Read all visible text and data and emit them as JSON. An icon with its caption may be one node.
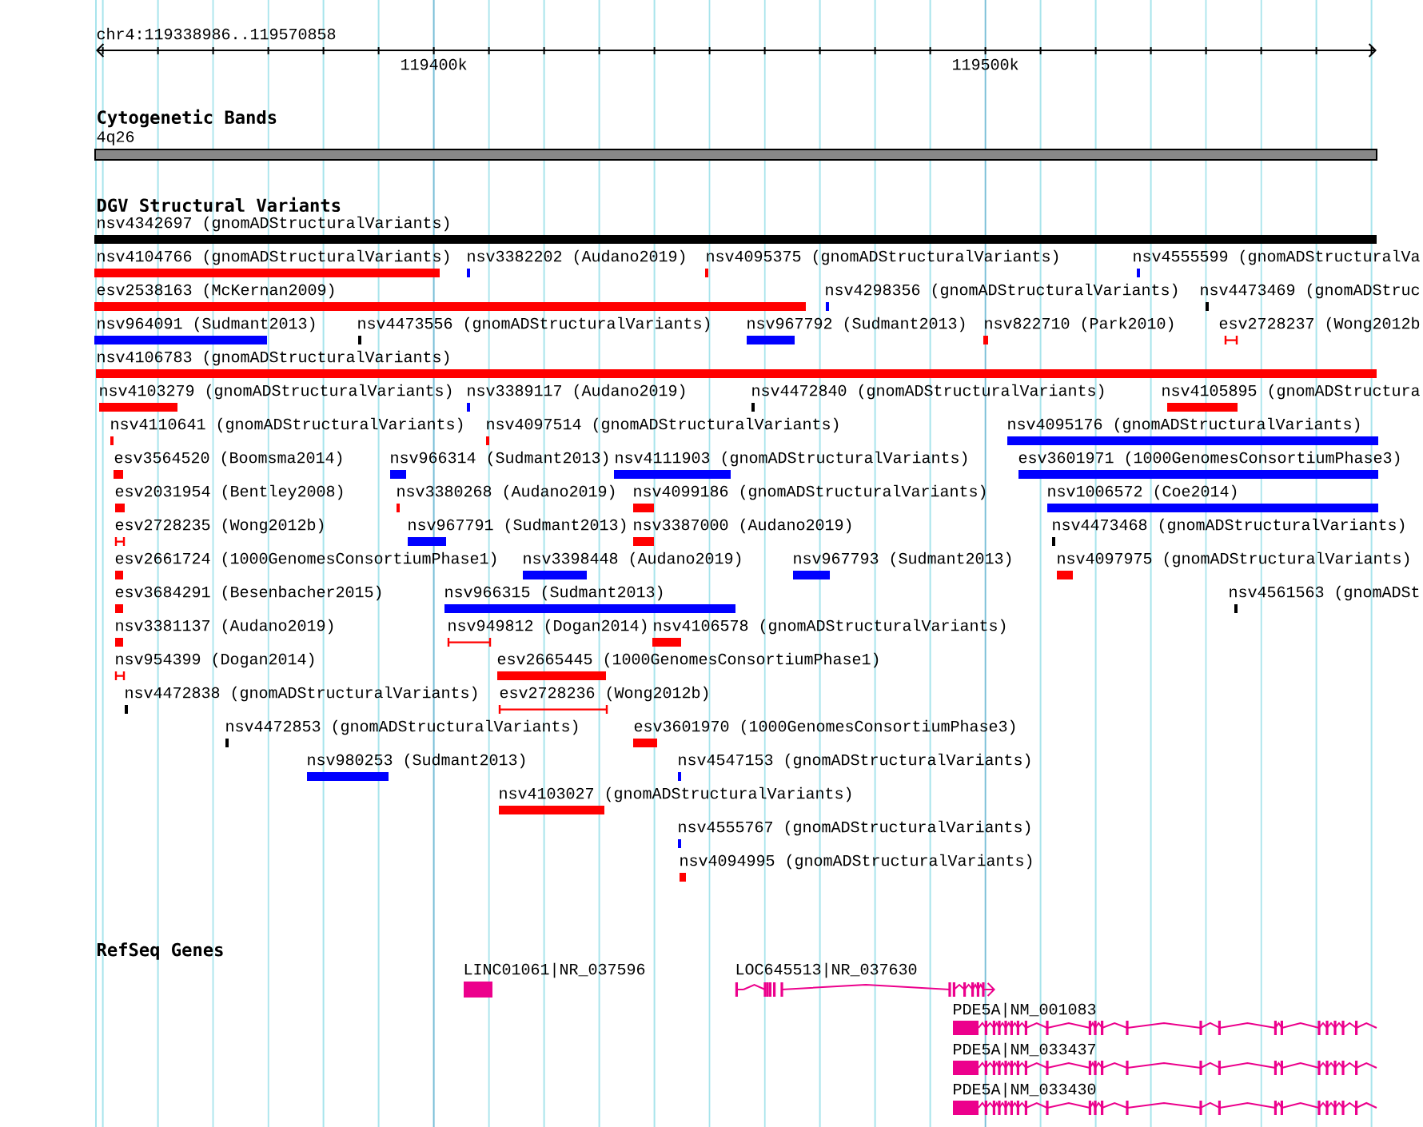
{
  "diagram": {
    "labels": [
      "chr4:119338986..119570858",
      "119400k",
      "119500k",
      "Cytogenetic Bands",
      "4q26",
      "DGV Structural Variants",
      "nsv4342697 (gnomADStructuralVariants)",
      "nsv4104766 (gnomADStructuralVariants)",
      "nsv3382202 (Audano2019)",
      "nsv4095375 (gnomADStructuralVariants)",
      "nsv4555599 (gnomADStructuralVa",
      "esv2538163 (McKernan2009)",
      "nsv4298356 (gnomADStructuralVariants)",
      "nsv4473469 (gnomADStruc",
      "nsv964091 (Sudmant2013)",
      "nsv4473556 (gnomADStructuralVariants)",
      "nsv967792 (Sudmant2013)",
      "nsv822710 (Park2010)",
      "esv2728237 (Wong2012b",
      "nsv4106783 (gnomADStructuralVariants)",
      "nsv4103279 (gnomADStructuralVariants)",
      "nsv3389117 (Audano2019)",
      "nsv4472840 (gnomADStructuralVariants)",
      "nsv4105895 (gnomADStructura",
      "nsv4110641 (gnomADStructuralVariants)",
      "nsv4097514 (gnomADStructuralVariants)",
      "nsv4095176 (gnomADStructuralVariants)",
      "esv3564520 (Boomsma2014)",
      "nsv966314 (Sudmant2013)",
      "nsv4111903 (gnomADStructuralVariants)",
      "esv3601971 (1000GenomesConsortiumPhase3)",
      "esv2031954 (Bentley2008)",
      "nsv3380268 (Audano2019)",
      "nsv4099186 (gnomADStructuralVariants)",
      "nsv1006572 (Coe2014)",
      "esv2728235 (Wong2012b)",
      "nsv967791 (Sudmant2013)",
      "nsv3387000 (Audano2019)",
      "nsv4473468 (gnomADStructuralVariants)",
      "esv2661724 (1000GenomesConsortiumPhase1)",
      "nsv3398448 (Audano2019)",
      "nsv967793 (Sudmant2013)",
      "nsv4097975 (gnomADStructuralVariants)",
      "esv3684291 (Besenbacher2015)",
      "nsv966315 (Sudmant2013)",
      "nsv4561563 (gnomADSt",
      "nsv3381137 (Audano2019)",
      "nsv949812 (Dogan2014)",
      "nsv4106578 (gnomADStructuralVariants)",
      "nsv954399 (Dogan2014)",
      "esv2665445 (1000GenomesConsortiumPhase1)",
      "nsv4472838 (gnomADStructuralVariants)",
      "esv2728236 (Wong2012b)",
      "nsv4472853 (gnomADStructuralVariants)",
      "esv3601970 (1000GenomesConsortiumPhase3)",
      "nsv980253 (Sudmant2013)",
      "nsv4547153 (gnomADStructuralVariants)",
      "nsv4103027 (gnomADStructuralVariants)",
      "nsv4555767 (gnomADStructuralVariants)",
      "nsv4094995 (gnomADStructuralVariants)",
      "RefSeq Genes",
      "LINC01061|NR_037596",
      "LOC645513|NR_037630",
      "PDE5A|NM_001083",
      "PDE5A|NM_033437",
      "PDE5A|NM_033430"
    ]
  }
}
